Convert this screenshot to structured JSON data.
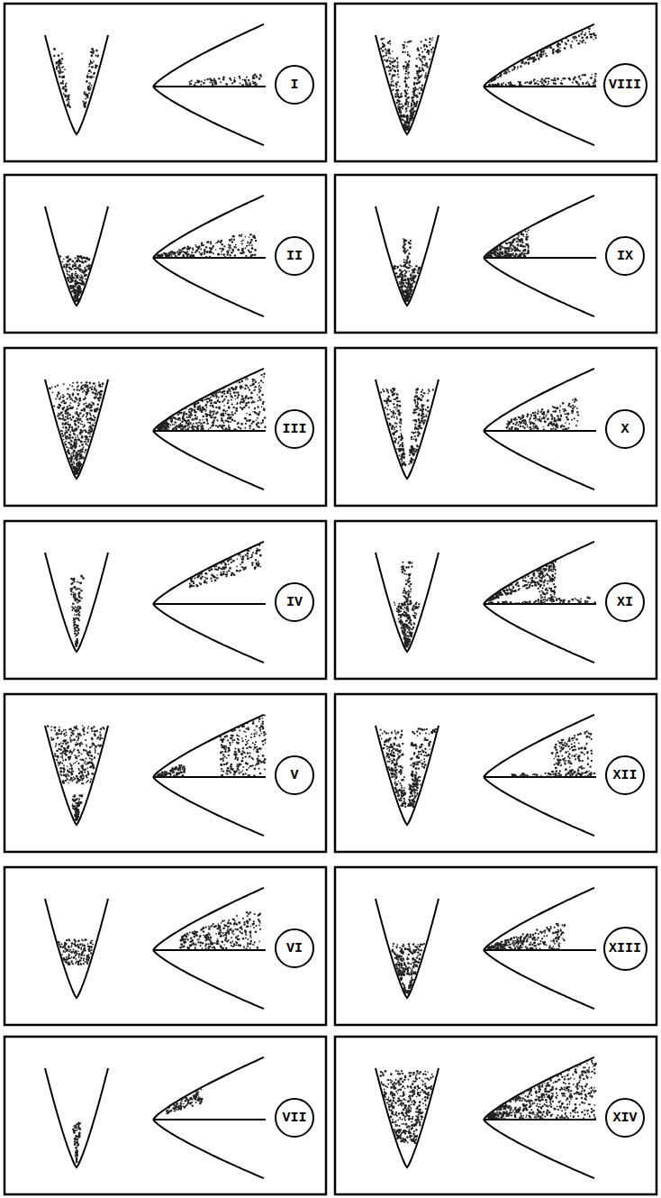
{
  "diagram": {
    "nodes": [
      {
        "text": [
          "I"
        ]
      },
      {
        "text": [
          "II"
        ]
      },
      {
        "text": [
          "III"
        ]
      },
      {
        "text": [
          "IV"
        ]
      },
      {
        "text": [
          "V"
        ]
      },
      {
        "text": [
          "VI"
        ]
      },
      {
        "text": [
          "VII"
        ]
      },
      {
        "text": [
          "VIII"
        ]
      },
      {
        "text": [
          "IX"
        ]
      },
      {
        "text": [
          "X"
        ]
      },
      {
        "text": [
          "XI"
        ]
      },
      {
        "text": [
          "XII"
        ]
      },
      {
        "text": [
          "XIII"
        ]
      },
      {
        "text": [
          "XIV"
        ]
      }
    ]
  }
}
